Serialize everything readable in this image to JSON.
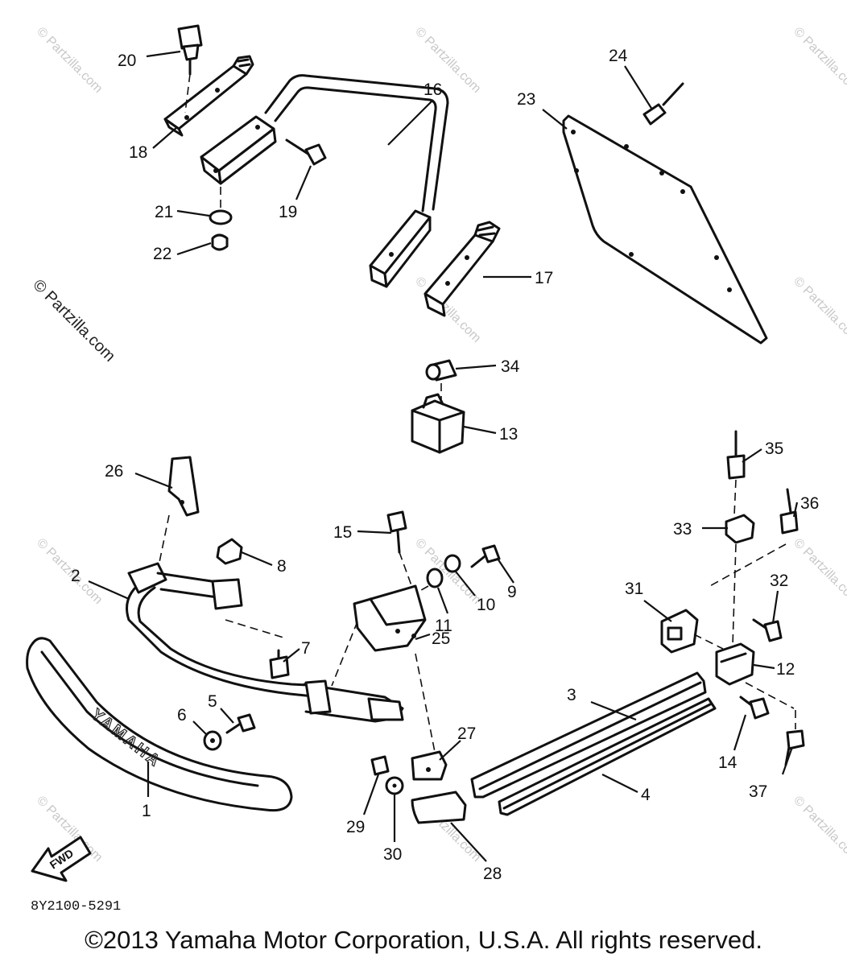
{
  "title": "",
  "watermark": "© Partzilla.com",
  "diagram_code": "8Y2100-5291",
  "copyright": "©2013 Yamaha Motor Corporation, U.S.A. All rights reserved.",
  "bumper_emboss": "YAMAHA",
  "fwd_label": "FWD",
  "callouts": [
    "1",
    "2",
    "3",
    "4",
    "5",
    "6",
    "7",
    "8",
    "9",
    "10",
    "11",
    "12",
    "13",
    "14",
    "15",
    "16",
    "17",
    "18",
    "19",
    "20",
    "21",
    "22",
    "23",
    "24",
    "25",
    "26",
    "27",
    "28",
    "29",
    "30",
    "31",
    "32",
    "33",
    "34",
    "35",
    "36",
    "37"
  ]
}
